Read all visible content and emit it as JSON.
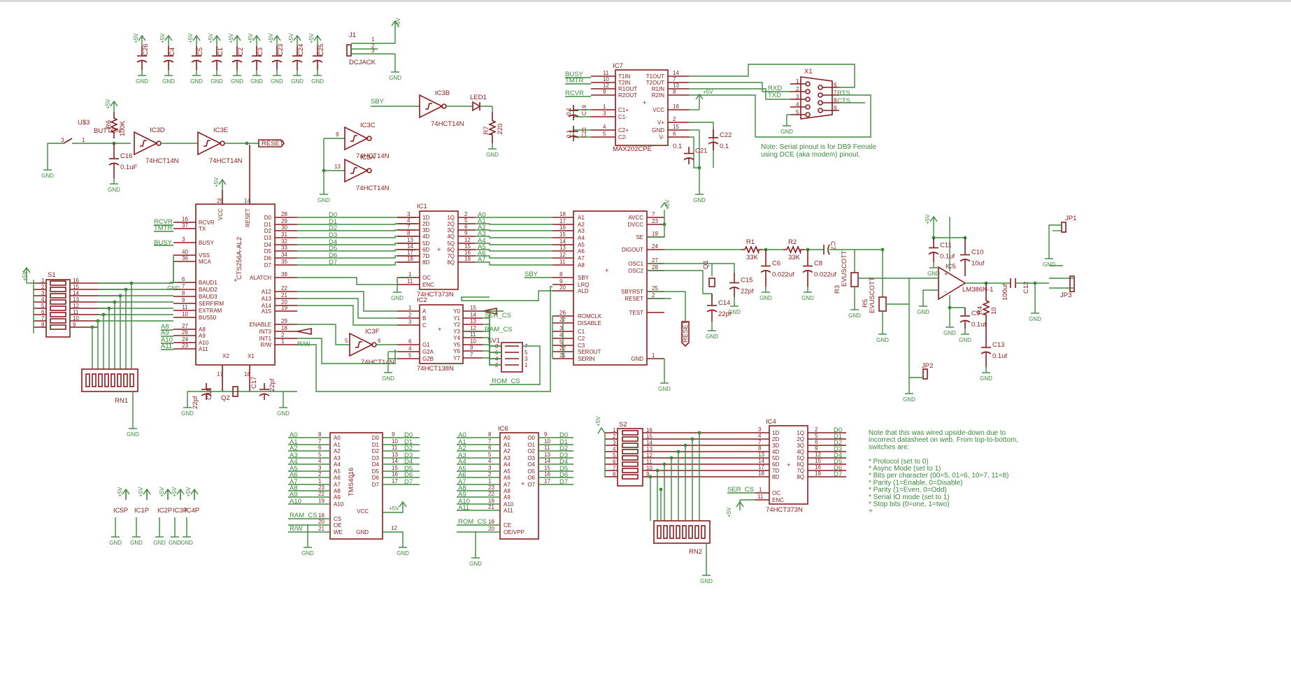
{
  "notes": {
    "serial": [
      "Note: Serial pinout is for DB9 Female",
      "using DCE (aka modem) pinout."
    ],
    "switches": [
      "Note that this was wired upside-down due to",
      "incorrect datasheet on web. From top-to-bottom,",
      "switches are:",
      "",
      "* Protocol (set to 0)",
      "* Async Mode (set to 1)",
      "* Bits per character (00=5, 01=6, 10=7, 11=8)",
      "* Parity (1=Enable, 0=Disable)",
      "* Parity (1=Even, 0=Odd)",
      "* Serial IO mode (set to 1)",
      "* Stop bits (0=one, 1=two)",
      "+"
    ]
  },
  "power": {
    "vcc": "+5V",
    "gnd": "GND"
  },
  "decoupling_caps": [
    "C26",
    "C4",
    "C5",
    "C1",
    "C2",
    "C3",
    "C23",
    "C24",
    "C25"
  ],
  "jack": {
    "ref": "J1",
    "name": "DCJACK",
    "pins": [
      "1",
      "2",
      "3"
    ]
  },
  "parts": {
    "ic3b": "IC3B",
    "ic3c": "IC3C",
    "ic3a": "IC3A",
    "ic3d": "IC3D",
    "ic3e": "IC3E",
    "ic3f": "IC3F",
    "inv": "74HCT14N",
    "led1": "LED1",
    "r7": "R7",
    "r7v": "220",
    "button": "U$3",
    "button_name": "BUTTON",
    "r_pullup": "R6",
    "r_pullup_v": "100K",
    "c16": "C16",
    "c16v": "0.1uF",
    "sby": "SBY",
    "reset": "RESET",
    "rcvr": "RCVR",
    "tmtr": "TMTR",
    "busy": "BUSY",
    "rw": "R/W",
    "ram_cs": "RAM_CS",
    "rom_cs": "ROM_CS",
    "ser_cs": "SER_CS"
  },
  "ic7": {
    "ref": "IC7",
    "name": "MAX202CPE",
    "left_pins": [
      [
        "11",
        "T1IN"
      ],
      [
        "10",
        "T2IN"
      ],
      [
        "12",
        "R1OUT"
      ],
      [
        "9",
        "R2OUT"
      ],
      [
        "1",
        "C1+"
      ],
      [
        "3",
        "C1-"
      ],
      [
        "4",
        "C2+"
      ],
      [
        "5",
        "C2-"
      ]
    ],
    "right_pins": [
      [
        "14",
        "T1OUT"
      ],
      [
        "7",
        "T2OUT"
      ],
      [
        "13",
        "R1IN"
      ],
      [
        "8",
        "R2IN"
      ],
      [
        "16",
        "VCC"
      ],
      [
        "2",
        "V+"
      ],
      [
        "15",
        "GND"
      ],
      [
        "6",
        "V-"
      ]
    ],
    "caps": [
      "C19",
      "C20",
      "C21",
      "C22"
    ],
    "cap_v": "0.1"
  },
  "db9": {
    "ref": "X1",
    "signals": [
      "RXD",
      "TXD",
      "RTS",
      "CTS"
    ],
    "pins": [
      "1",
      "2",
      "3",
      "4",
      "5",
      "6",
      "7",
      "8",
      "9"
    ]
  },
  "cts": {
    "ref": "CTS256A-AL2",
    "pins_left": [
      "RCVR",
      "TX",
      "BUSY",
      "VSS",
      "MCA",
      "BAUD1",
      "BAUD2",
      "BAUD3",
      "SERFIRM",
      "EXTRAM",
      "BUS50",
      "A8",
      "A9",
      "A10",
      "A11"
    ],
    "pins_left_no": [
      "16",
      "37",
      "3",
      "40",
      "36",
      "6",
      "7",
      "8",
      "9",
      "11",
      "10",
      "27",
      "26",
      "24",
      "23"
    ],
    "pins_right": [
      "D0",
      "D1",
      "D2",
      "D3",
      "D4",
      "D5",
      "D6",
      "D7",
      "ALATCH",
      "A12",
      "A13",
      "A14",
      "A15",
      "ENABLE",
      "INT3",
      "INT1",
      "R/W"
    ],
    "pins_right_no": [
      "28",
      "29",
      "30",
      "31",
      "32",
      "33",
      "34",
      "35",
      "38",
      "22",
      "21",
      "20",
      "19",
      "29",
      "18",
      "2",
      "1"
    ],
    "top": [
      "VCC",
      "RESET"
    ],
    "bottom": [
      "X2",
      "X1"
    ]
  },
  "ic1": {
    "ref": "IC1",
    "name": "74HCT373N",
    "in": [
      "1D",
      "2D",
      "3D",
      "4D",
      "5D",
      "6D",
      "7D",
      "8D"
    ],
    "in_no": [
      "3",
      "4",
      "7",
      "8",
      "13",
      "14",
      "17",
      "18"
    ],
    "out": [
      "1Q",
      "2Q",
      "3Q",
      "4Q",
      "5Q",
      "6Q",
      "7Q",
      "8Q"
    ],
    "out_no": [
      "2",
      "5",
      "6",
      "9",
      "12",
      "15",
      "16",
      "19"
    ],
    "ctl": [
      "OC",
      "ENC"
    ]
  },
  "ic2": {
    "ref": "IC2",
    "name": "74HCT138N",
    "in": [
      "A",
      "B",
      "C",
      "G1",
      "G2A",
      "G2B"
    ],
    "in_no": [
      "1",
      "2",
      "3",
      "6",
      "4",
      "5"
    ],
    "out": [
      "Y0",
      "Y1",
      "Y2",
      "Y3",
      "Y4",
      "Y5",
      "Y6",
      "Y7"
    ],
    "out_no": [
      "15",
      "14",
      "13",
      "12",
      "11",
      "10",
      "9",
      "7"
    ]
  },
  "sv1": {
    "ref": "SV1"
  },
  "spo": {
    "pins_left": [
      "A1",
      "A2",
      "A3",
      "A4",
      "A5",
      "A6",
      "A7",
      "A8",
      "SBY",
      "LRQ",
      "ALD",
      "ROMCLK",
      "DISABLE",
      "C1",
      "C2",
      "C3",
      "SEROUT",
      "SERIN"
    ],
    "pins_left_no": [
      "18",
      "17",
      "16",
      "15",
      "14",
      "13",
      "12",
      "11",
      "8",
      "9",
      "20",
      "26",
      "27",
      "3",
      "4",
      "5",
      "22",
      "21"
    ],
    "pins_right": [
      "AVCC",
      "DVCC",
      "SE",
      "DIGOUT",
      "OSC1",
      "OSC2",
      "SBYRST",
      "RESET",
      "TEST",
      "GND"
    ],
    "pins_right_no": [
      "7",
      "23",
      "19",
      "24",
      "27",
      "28",
      "25",
      "2",
      "",
      "1"
    ]
  },
  "audio": {
    "r1": "R1",
    "r1v": "33K",
    "r2": "R2",
    "r2v": "33K",
    "c6": "C6",
    "c6v": "0.022uf",
    "c8": "C8",
    "c8v": "0.022uf",
    "c7": "C7",
    "r3": "R3",
    "r3v": "EVUSCOTT",
    "r5": "R5",
    "r5v": "EVUSCOTT",
    "amp": "LM386N-1",
    "amp_ref": "IC5",
    "c11": "C11",
    "c11v": "0.1uf",
    "c10": "C10",
    "c10v": "10uf",
    "c9": "C9",
    "c9v": "0.1uf",
    "r4": "R4",
    "r4v": "10",
    "c12": "C12",
    "c12v": "100uf",
    "c13": "C13",
    "c13v": "0.1uf",
    "jp1": "JP1",
    "jp2": "JP2",
    "jp3": "JP3",
    "q1": "Q1",
    "c14": "C14",
    "c14v": "22pf",
    "c15": "C15",
    "c15v": "22pf"
  },
  "s1": {
    "ref": "S1",
    "rn": "RN1"
  },
  "xtal2": {
    "q2": "Q2",
    "c17": "C17",
    "c17v": "22pf",
    "c18": "C18",
    "c18v": "22pf"
  },
  "ram": {
    "name": "TMS4016",
    "addr": [
      "A0",
      "A1",
      "A2",
      "A3",
      "A4",
      "A5",
      "A6",
      "A7",
      "A8",
      "A9",
      "A10"
    ],
    "addr_no": [
      "8",
      "7",
      "6",
      "5",
      "4",
      "3",
      "2",
      "1",
      "23",
      "22",
      "19"
    ],
    "data": [
      "D0",
      "D1",
      "D2",
      "D3",
      "D4",
      "D5",
      "D6",
      "D7"
    ],
    "data_no": [
      "9",
      "10",
      "11",
      "13",
      "14",
      "15",
      "16",
      "17"
    ],
    "ctl": [
      "CS",
      "OE",
      "WE"
    ],
    "ctl_no": [
      "18",
      "20",
      "21"
    ]
  },
  "rom": {
    "ref": "IC6",
    "addr": [
      "A0",
      "A1",
      "A2",
      "A3",
      "A4",
      "A5",
      "A6",
      "A7",
      "A8",
      "A9",
      "A10",
      "A11"
    ],
    "addr_no": [
      "8",
      "7",
      "6",
      "5",
      "4",
      "3",
      "2",
      "1",
      "23",
      "22",
      "19",
      "21"
    ],
    "out": [
      "O0",
      "O1",
      "O2",
      "O3",
      "O4",
      "O5",
      "O6",
      "O7"
    ],
    "out_no": [
      "9",
      "10",
      "11",
      "13",
      "14",
      "15",
      "16",
      "17"
    ],
    "ctl": [
      "CE",
      "OE/VPP"
    ],
    "ctl_no": [
      "18",
      "20"
    ]
  },
  "power_syms": [
    "IC5P",
    "IC1P",
    "IC2P",
    "IC3P",
    "IC4P"
  ],
  "s2": {
    "ref": "S2",
    "rn": "RN2"
  },
  "ic4": {
    "ref": "IC4",
    "name": "74HCT373N",
    "in": [
      "1D",
      "2D",
      "3D",
      "4D",
      "5D",
      "6D",
      "7D",
      "8D"
    ],
    "in_no": [
      "3",
      "4",
      "7",
      "8",
      "13",
      "14",
      "17",
      "18"
    ],
    "out": [
      "1Q",
      "2Q",
      "3Q",
      "4Q",
      "5Q",
      "6Q",
      "7Q",
      "8Q"
    ],
    "out_no": [
      "2",
      "5",
      "6",
      "9",
      "12",
      "15",
      "16",
      "19"
    ],
    "ctl": [
      "OC",
      "ENC"
    ]
  }
}
